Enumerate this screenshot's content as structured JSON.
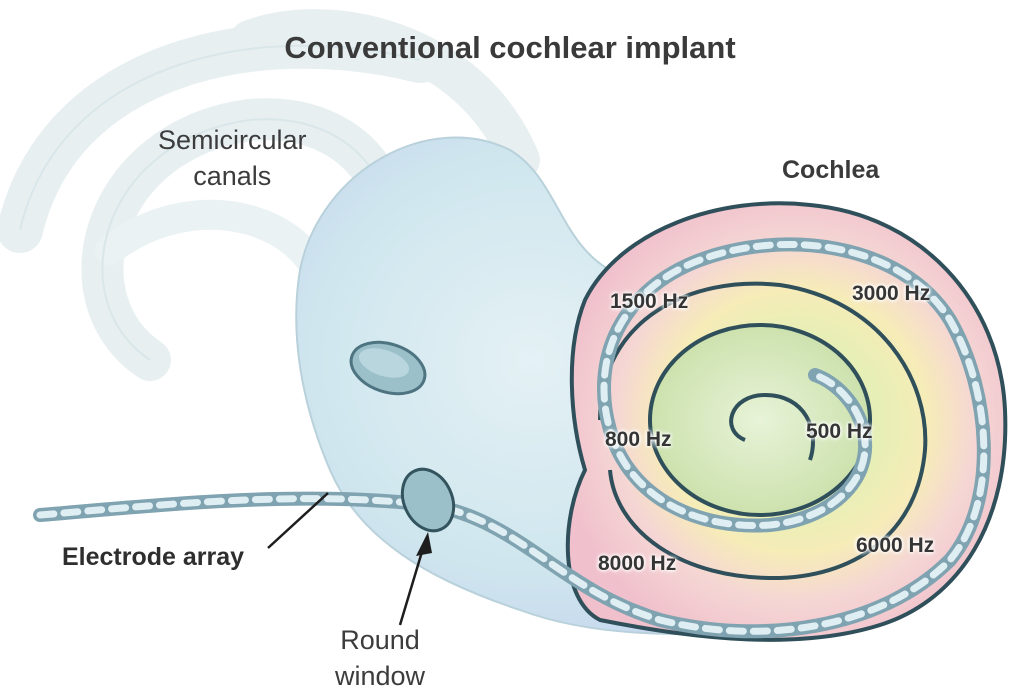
{
  "title": "Conventional cochlear implant",
  "labels": {
    "semicircular_line1": "Semicircular",
    "semicircular_line2": "canals",
    "cochlea": "Cochlea",
    "electrode_array": "Electrode array",
    "round_line1": "Round",
    "round_line2": "window"
  },
  "frequencies": {
    "f1500": "1500 Hz",
    "f3000": "3000 Hz",
    "f800": "800 Hz",
    "f500": "500 Hz",
    "f6000": "6000 Hz",
    "f8000": "8000 Hz"
  },
  "colors": {
    "body": "#cfe6ee",
    "cochlea_outer": "#f3c6cf",
    "cochlea_mid": "#f4eab2",
    "cochlea_inner": "#cfe3b4",
    "electrode": "#a9c9d4",
    "outline": "#2f4f5a"
  }
}
